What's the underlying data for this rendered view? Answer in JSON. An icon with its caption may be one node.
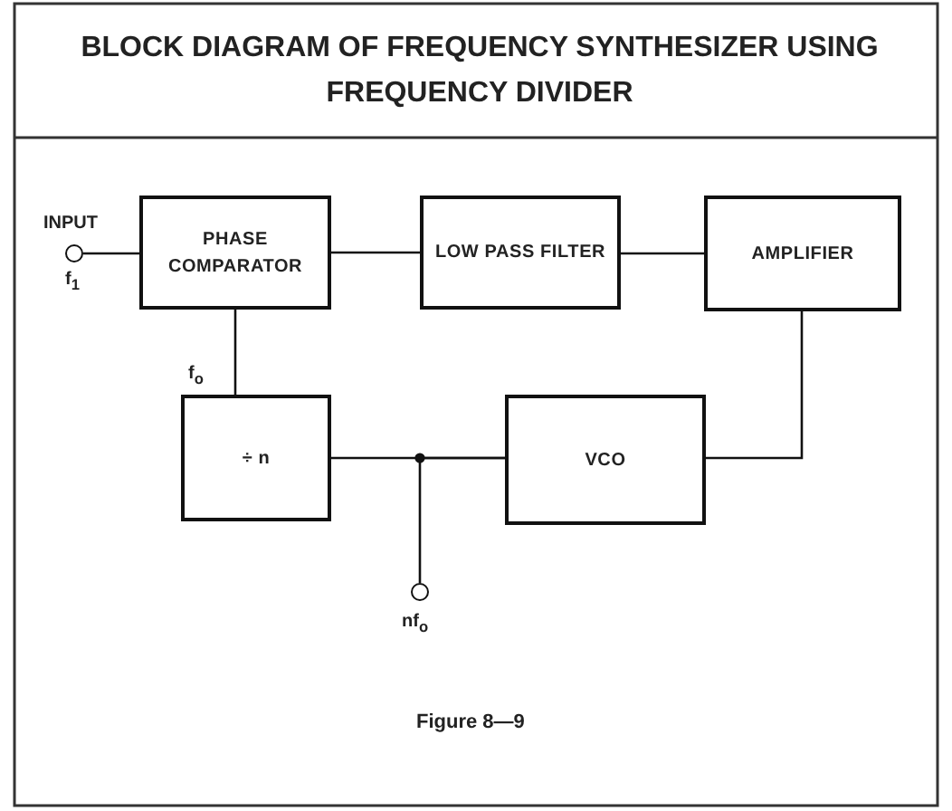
{
  "diagram": {
    "title": "BLOCK DIAGRAM OF FREQUENCY SYNTHESIZER USING FREQUENCY DIVIDER",
    "nodes": [
      {
        "text": [],
        "shape": "circle",
        "beside": [
          "INPUT",
          "f$_{1}$"
        ]
      },
      {
        "text": [
          "PHASE COMPARATOR"
        ]
      },
      {
        "text": [
          "LOW PASS FILTER"
        ]
      },
      {
        "text": [
          "AMPLIFIER"
        ]
      },
      {
        "text": [
          "÷ n"
        ]
      },
      {
        "text": [
          "VCO"
        ]
      },
      {
        "text": [],
        "shape": "circle",
        "beside": [
          "nf$_{o}$"
        ]
      }
    ],
    "edges": [
      {
        "from": 0,
        "to": 1,
        "arrow": "none"
      },
      {
        "from": 1,
        "to": 2,
        "arrow": "none"
      },
      {
        "from": 2,
        "to": 3,
        "arrow": "none"
      },
      {
        "from": 3,
        "to": 5,
        "arrow": "none"
      },
      {
        "from": 5,
        "to": 4,
        "arrow": "none"
      },
      {
        "from": 5,
        "to": 6,
        "arrow": "none"
      },
      {
        "from": 4,
        "to": 1,
        "arrow": "none",
        "label": "f$_{o}$"
      }
    ],
    "labels": [
      "Figure 8—9"
    ]
  }
}
